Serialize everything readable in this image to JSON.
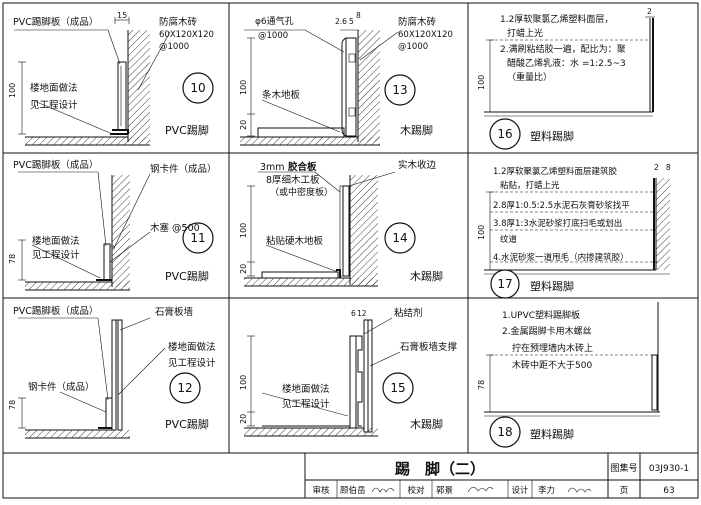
{
  "details": [
    {
      "num": "10",
      "caption": "PVC踢脚",
      "labels": [
        "PVC踢脚板（成品）",
        "15",
        "防腐木砖",
        "60X120X120",
        "@1000",
        "楼地面做法",
        "见工程设计",
        "100"
      ]
    },
    {
      "num": "13",
      "caption": "木踢脚",
      "labels": [
        "φ6通气孔",
        "@1000",
        "2.6",
        "5",
        "8",
        "防腐木砖",
        "60X120X120",
        "@1000",
        "条木地板",
        "100",
        "20"
      ]
    },
    {
      "num": "16",
      "caption": "塑料踢脚",
      "notes": [
        "1.2厚软聚氯乙烯塑料面层，",
        "打蜡上光",
        "2.满刷粘结胶一遍，配比为：聚",
        "醋酸乙烯乳液：水 =1:2.5~3",
        "（重量比）"
      ],
      "labels": [
        "2",
        "100"
      ]
    },
    {
      "num": "11",
      "caption": "PVC踢脚",
      "labels": [
        "PVC踢脚板（成品）",
        "钢卡件（成品）",
        "木塞 @500",
        "楼地面做法",
        "见工程设计",
        "78"
      ]
    },
    {
      "num": "14",
      "caption": "木踢脚",
      "labels": [
        "3mm",
        "胶合板",
        "8厚细木工板",
        "（或中密度板）",
        "实木收边",
        "粘贴硬木地板",
        "100",
        "20"
      ]
    },
    {
      "num": "17",
      "caption": "塑料踢脚",
      "notes": [
        "1.2厚软聚氯乙烯塑料面层建筑胶",
        "粘贴，打蜡上光",
        "2.8厚1:0.5:2.5水泥石灰膏砂浆找平",
        "3.8厚1:3水泥砂浆打底扫毛或划出",
        "纹道",
        "4.水泥砂浆一道甩毛（内掺建筑胶）"
      ],
      "labels": [
        "2",
        "8",
        "100"
      ]
    },
    {
      "num": "12",
      "caption": "PVC踢脚",
      "labels": [
        "PVC踢脚板（成品）",
        "石膏板墙",
        "楼地面做法",
        "见工程设计",
        "钢卡件（成品）",
        "78"
      ]
    },
    {
      "num": "15",
      "caption": "木踢脚",
      "labels": [
        "6",
        "12",
        "粘结剂",
        "石膏板墙支撑",
        "楼地面做法",
        "见工程设计",
        "100",
        "20"
      ]
    },
    {
      "num": "18",
      "caption": "塑料踢脚",
      "notes": [
        "1.UPVC塑料踢脚板",
        "2.金属踢脚卡用木螺丝",
        "拧在预埋墙内木砖上",
        "木砖中距不大于500"
      ],
      "labels": [
        "78"
      ]
    }
  ],
  "title_block": {
    "title": "踢　脚（二）",
    "atlas_label": "图集号",
    "atlas_no": "03J930-1",
    "review_label": "审核",
    "review_name": "顾伯岳",
    "check_label": "校对",
    "check_name": "郭景",
    "design_label": "设计",
    "design_name": "李力",
    "page_label": "页",
    "page_no": "63"
  }
}
